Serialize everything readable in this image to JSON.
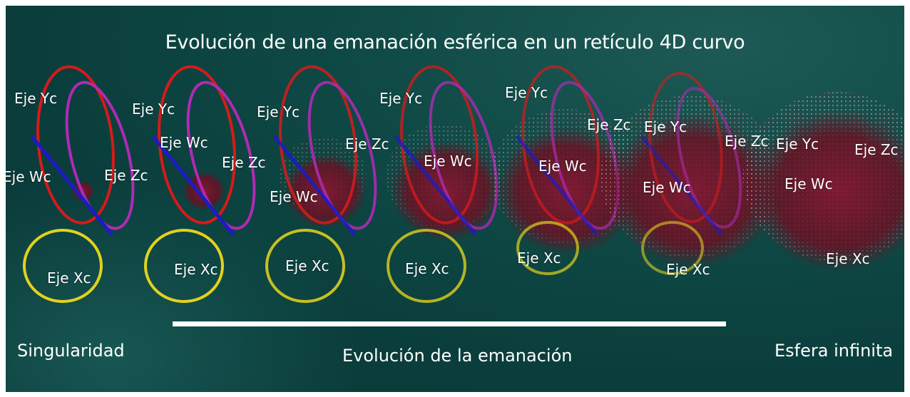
{
  "title": "Evolución de una emanación esférica en un retículo 4D curvo",
  "axis_labels": {
    "x": "Eje Xc",
    "y": "Eje Yc",
    "z": "Eje Zc",
    "w": "Eje Wc"
  },
  "captions": {
    "start": "Singularidad",
    "middle": "Evolución de la emanación",
    "end": "Esfera infinita"
  },
  "colors": {
    "background": "#0b3f3d",
    "x_axis": "#e3d21c",
    "y_axis": "#d51b1b",
    "z_axis": "#b02ab5",
    "w_axis": "#1c1cc2",
    "emanation": "#6b0f22",
    "text": "#ffffff"
  }
}
